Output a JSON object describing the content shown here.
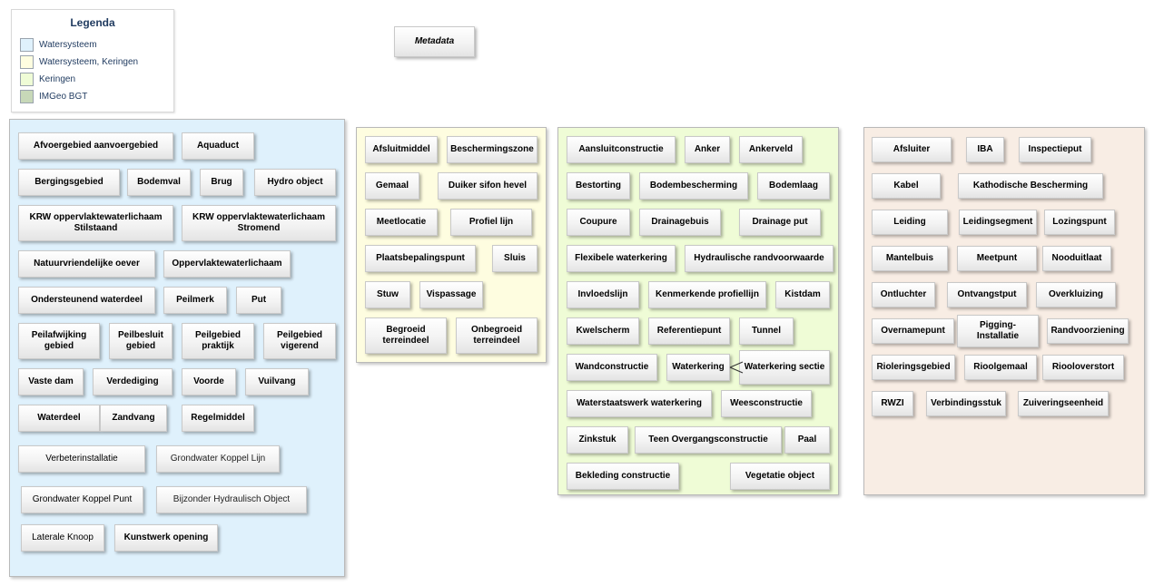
{
  "legend": {
    "title": "Legenda",
    "items": [
      {
        "label": "Watersysteem",
        "color": "#dff1fc"
      },
      {
        "label": "Watersysteem, Keringen",
        "color": "#fefde0"
      },
      {
        "label": "Keringen",
        "color": "#effcd6"
      },
      {
        "label": "IMGeo BGT",
        "color": "#c7d8b8"
      }
    ]
  },
  "metadata_label": "Metadata",
  "packages": {
    "watersysteem": {
      "color": "#dff1fc"
    },
    "watersysteem_keringen": {
      "color": "#fefde0"
    },
    "keringen": {
      "color": "#effcd6"
    },
    "other": {
      "color": "#f8ede4"
    }
  },
  "blue": [
    "Afvoergebied aanvoergebied",
    "Aquaduct",
    "Bergingsgebied",
    "Bodemval",
    "Brug",
    "Hydro object",
    "KRW oppervlaktewaterlichaam\nStilstaand",
    "KRW oppervlaktewaterlichaam\nStromend",
    "Natuurvriendelijke oever",
    "Oppervlaktewaterlichaam",
    "Ondersteunend waterdeel",
    "Peilmerk",
    "Put",
    "Peilafwijking\ngebied",
    "Peilbesluit\ngebied",
    "Peilgebied\npraktijk",
    "Peilgebied\nvigerend",
    "Vaste dam",
    "Verdediging",
    "Voorde",
    "Vuilvang",
    "Waterdeel",
    "Zandvang",
    "Regelmiddel",
    "Verbeterinstallatie",
    "Grondwater Koppel Lijn",
    "Grondwater Koppel Punt",
    "Bijzonder Hydraulisch Object",
    "Laterale Knoop",
    "Kunstwerk opening"
  ],
  "yellow": [
    "Afsluitmiddel",
    "Beschermingszone",
    "Gemaal",
    "Duiker sifon hevel",
    "Meetlocatie",
    "Profiel lijn",
    "Plaatsbepalingspunt",
    "Sluis",
    "Stuw",
    "Vispassage",
    "Begroeid\nterreindeel",
    "Onbegroeid\nterreindeel"
  ],
  "green": [
    "Aansluitconstructie",
    "Anker",
    "Ankerveld",
    "Bestorting",
    "Bodembescherming",
    "Bodemlaag",
    "Coupure",
    "Drainagebuis",
    "Drainage put",
    "Flexibele waterkering",
    "Hydraulische randvoorwaarde",
    "Invloedslijn",
    "Kenmerkende profiellijn",
    "Kistdam",
    "Kwelscherm",
    "Referentiepunt",
    "Tunnel",
    "Wandconstructie",
    "Waterkering",
    "Waterkering sectie",
    "Waterstaatswerk waterkering",
    "Weesconstructie",
    "Zinkstuk",
    "Teen Overgangsconstructie",
    "Paal",
    "Bekleding constructie",
    "Vegetatie object"
  ],
  "beige": [
    "Afsluiter",
    "IBA",
    "Inspectieput",
    "Kabel",
    "Kathodische Bescherming",
    "Leiding",
    "Leidingsegment",
    "Lozingspunt",
    "Mantelbuis",
    "Meetpunt",
    "Nooduitlaat",
    "Ontluchter",
    "Ontvangstput",
    "Overkluizing",
    "Overnamepunt",
    "Pigging-\nInstallatie",
    "Randvoorziening",
    "Rioleringsgebied",
    "Rioolgemaal",
    "Riooloverstort",
    "RWZI",
    "Verbindingsstuk",
    "Zuiveringseenheid"
  ]
}
